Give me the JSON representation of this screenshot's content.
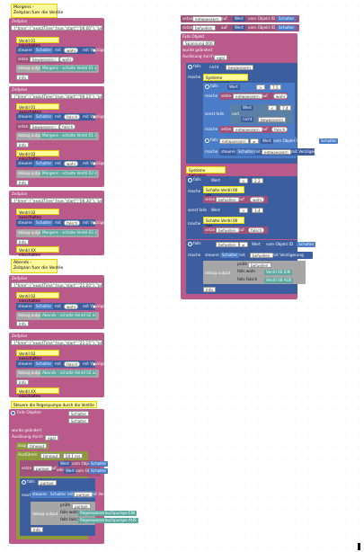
{
  "left": {
    "title_comment": "Morgens -\nZeitplan fuer die Ventile",
    "groups": [
      {
        "zeitplan_label": "Zeitplan",
        "zeitplan_value": "{\"time\":{\"exactTime\":true,\"start\":\"06:00\"},\"peri...",
        "comment": "Ventil 01 einschalten",
        "steuere": "steuere",
        "schalter": "Schalter",
        "mit": "mit",
        "val": "wahr",
        "mitverz": "mit Verzögerung",
        "setze": "setze",
        "var": "bewaesserrn",
        "auf": "auf",
        "setval": "wahr",
        "debug": "debug output",
        "msg": "Morgens - schalte Ventil 01 ein",
        "info": "Info"
      },
      {
        "zeitplan_label": "Zeitplan",
        "zeitplan_value": "{\"time\":{\"exactTime\":true,\"start\":\"06:15\"},\"peri...",
        "comment": "Ventil 01 ausschalten",
        "steuere": "steuere",
        "schalter": "Schalter",
        "mit": "mit",
        "val": "falsch",
        "mitverz": "mit Verzögerung",
        "setze": "setze",
        "var": "bewaesserrn",
        "auf": "auf",
        "setval": "falsch",
        "debug": "debug output",
        "msg": "Morgens - schalte Ventil 01 aus",
        "info": "Info",
        "comment2": "Ventil 02 einschalten",
        "steuere2": "steuere",
        "val2": "wahr",
        "msg2": "Morgens - schalte Ventil 02 ein",
        "info2": "Info"
      },
      {
        "zeitplan_label": "Zeitplan",
        "zeitplan_value": "{\"time\":{\"exactTime\":true,\"start\":\"06:30\"},\"peri...",
        "comment": "Ventil 02 ausschalten",
        "steuere": "steuere",
        "schalter": "Schalter",
        "mit": "mit",
        "val": "falsch",
        "mitverz": "mit Verzögerung",
        "debug": "debug output",
        "msg": "Morgens - schalte Ventil 02 aus",
        "info": "Info",
        "comment2": "Ventil XX einschalten"
      }
    ],
    "abend_comment": "Abends -\nZeitplan fuer die Ventile",
    "abend_groups": [
      {
        "zeitplan_label": "Zeitplan",
        "zeitplan_value": "{\"time\":{\"exactTime\":true,\"start\":\"21:00\"},\"peri...",
        "comment": "Ventil 02 einschalten",
        "steuere": "steuere",
        "schalter": "Schalter",
        "mit": "mit",
        "val": "wahr",
        "mitverz": "mit Verzögerung",
        "debug": "debug output",
        "msg": "Abends - schalte Ventil 02 ein",
        "info": "Info"
      },
      {
        "zeitplan_label": "Zeitplan",
        "zeitplan_value": "{\"time\":{\"exactTime\":true,\"start\":\"21:15\"},\"peri...",
        "comment": "Ventil 02 ausschalten",
        "steuere": "steuere",
        "schalter": "Schalter",
        "mit": "mit",
        "val": "falsch",
        "mitverz": "mit Verzögerung",
        "debug": "debug output",
        "msg": "Abends - schalte Ventil 02 aus",
        "info": "Info",
        "comment2": "Ventil XX einschalten"
      }
    ],
    "pump_comment": "Steuere die Regenpumpe durch die Ventile",
    "pump": {
      "falls": "Falls Objekte",
      "obj1": "Schalter",
      "obj2": "Schalter",
      "wurde": "wurde geändert",
      "ausloesung": "Auslösung durch",
      "ausloesung_val": "egal",
      "stop": "stop",
      "timeout": "timeout",
      "ausfuehren": "Ausführen",
      "timeout2": "timeout",
      "ms": "50",
      "ms_unit": "ms",
      "setze": "setze",
      "pumpe": "pumpe",
      "auf": "auf",
      "wert": "Wert",
      "vom": "vom Objekt ID",
      "schalter": "Schalter",
      "oder": "oder",
      "wert2": "Wert",
      "vom2": "vom Objekt ID",
      "schalter2": "Schalter",
      "falls2": "falls",
      "pumpe2": "pumpe",
      "mache": "mache",
      "steuere": "steuere",
      "schalter3": "Schalter",
      "mit": "mit",
      "pumpe3": "pumpe",
      "mitverz": "mit Verzögerung",
      "debug": "debug output",
      "pruefe": "prüfe",
      "pumpe4": "pumpe",
      "fallswahr": "falls wahr",
      "fallsfalsch": "falls falsch",
      "on_text": "Regenwasserauchpumpe EIN",
      "off_text": "Regenwasserauchpumpe AUS",
      "info": "Info"
    }
  },
  "right": {
    "setze1": "setze",
    "v1": "entwaessern",
    "auf1": "auf",
    "wert1": "Wert",
    "vom1": "vom Objekt ID",
    "obj1": "Schalter",
    "setze2": "setze",
    "v2": "befuellen",
    "auf2": "auf",
    "wert2": "Wert",
    "vom2": "vom Objekt ID",
    "obj2": "Schalter",
    "falls": "Falls Objekt",
    "spannung": "Spannung 000",
    "wurde": "wurde geändert",
    "ausloesung": "Auslösung durch",
    "ausl_val": "egal",
    "falls_if": "falls",
    "nicht": "nicht",
    "bew": "bewaessern",
    "mache": "mache",
    "sys_ent": "Systeme entwaessern",
    "if2": "falls",
    "wert3": "Wert",
    "gt": ">",
    "n1": "7.5",
    "setze3": "setze",
    "v3": "entwaessern",
    "auf3": "auf",
    "wahr": "wahr",
    "sonst": "sonst falls",
    "wert4": "Wert",
    "lt": "<",
    "n2": "7.4",
    "und": "und",
    "nicht2": "nicht",
    "bew2": "bewaessern",
    "setze4": "setze",
    "v4": "entwaessern",
    "auf4": "auf",
    "falsch": "falsch",
    "if3": "falls",
    "v5": "entwaessern",
    "neq": "≠",
    "wert5": "Wert",
    "vom5": "vom Objekt ID",
    "obj5": "Schalter",
    "steuere": "steuere",
    "obj6": "Schalter",
    "mit": "mit",
    "v6": "entwaessern",
    "mitverz": "mit Verzögerung",
    "sys_bef": "Systeme befuellen",
    "if4": "falls",
    "wert6": "Wert",
    "lt2": "<",
    "n3": "2.2",
    "ventil_ein": "Schalte Ventil 00 ein",
    "setze5": "setze",
    "v7": "befuellen",
    "auf5": "auf",
    "wahr2": "wahr",
    "sonst2": "sonst falls",
    "wert7": "Wert",
    "gt2": ">",
    "n4": "3.4",
    "ventil_aus": "Schalte Ventil 00 aus",
    "setze6": "setze",
    "v8": "befuellen",
    "auf6": "auf",
    "falsch2": "falsch",
    "if5": "falls",
    "v9": "befuellen",
    "neq2": "≠",
    "wert8": "Wert",
    "vom8": "vom Objekt ID",
    "obj8": "Schalter",
    "steuere2": "steuere",
    "obj9": "Schalter",
    "mit2": "mit",
    "v10": "befuellen",
    "mitverz2": "mit Verzögerung",
    "debug": "debug output",
    "pruefe": "prüfe",
    "v11": "befuellen",
    "fallswahr": "falls wahr",
    "fallsfalsch": "falls falsch",
    "ein": "Ventil 00 EIN",
    "aus": "Ventil 00 AUS",
    "info": "Info"
  },
  "colors": {
    "event": "#b95a8a",
    "control": "#5b80a5",
    "variable": "#a0527a",
    "comment": "#fffa9c",
    "text": "#5aa8a0"
  }
}
